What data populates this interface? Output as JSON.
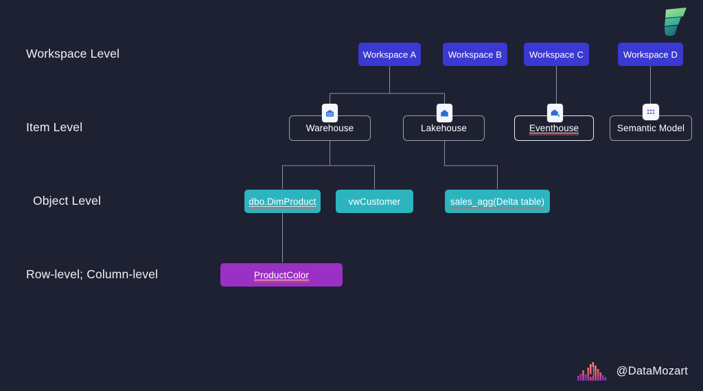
{
  "diagram": {
    "title": "Microsoft Fabric security levels hierarchy",
    "background_color": "#1e2132",
    "levels": [
      {
        "id": "workspace",
        "label": "Workspace Level"
      },
      {
        "id": "item",
        "label": "Item Level"
      },
      {
        "id": "object",
        "label": "Object Level"
      },
      {
        "id": "rowcol",
        "label": "Row-level; Column-level"
      }
    ],
    "workspaces": [
      {
        "label": "Workspace A",
        "color": "#3a39d1"
      },
      {
        "label": "Workspace B",
        "color": "#3a39d1"
      },
      {
        "label": "Workspace C",
        "color": "#3a39d1"
      },
      {
        "label": "Workspace D",
        "color": "#3a39d1"
      }
    ],
    "items": [
      {
        "label": "Warehouse",
        "icon": "warehouse-icon",
        "selected": false,
        "misspelled": false
      },
      {
        "label": "Lakehouse",
        "icon": "lakehouse-icon",
        "selected": false,
        "misspelled": false
      },
      {
        "label": "Eventhouse",
        "icon": "eventhouse-icon",
        "selected": true,
        "misspelled": true
      },
      {
        "label": "Semantic Model",
        "icon": "semantic-model-icon",
        "selected": false,
        "misspelled": false
      }
    ],
    "objects": [
      {
        "label": "dbo.DimProduct",
        "color": "#2cb5bf",
        "misspelled": true
      },
      {
        "label": "vwCustomer",
        "color": "#2cb5bf",
        "misspelled": false
      },
      {
        "label": "sales_agg(Delta table)",
        "color": "#2cb5bf",
        "misspelled": true
      }
    ],
    "columns": [
      {
        "label": "ProductColor",
        "color": "#9b30c4",
        "misspelled": true
      }
    ],
    "connector_color": "#8d93a3"
  },
  "branding": {
    "fabric_logo_name": "microsoft-fabric-logo",
    "watermark_handle": "@DataMozart",
    "watermark_logo_name": "datamozart-equalizer-logo"
  }
}
